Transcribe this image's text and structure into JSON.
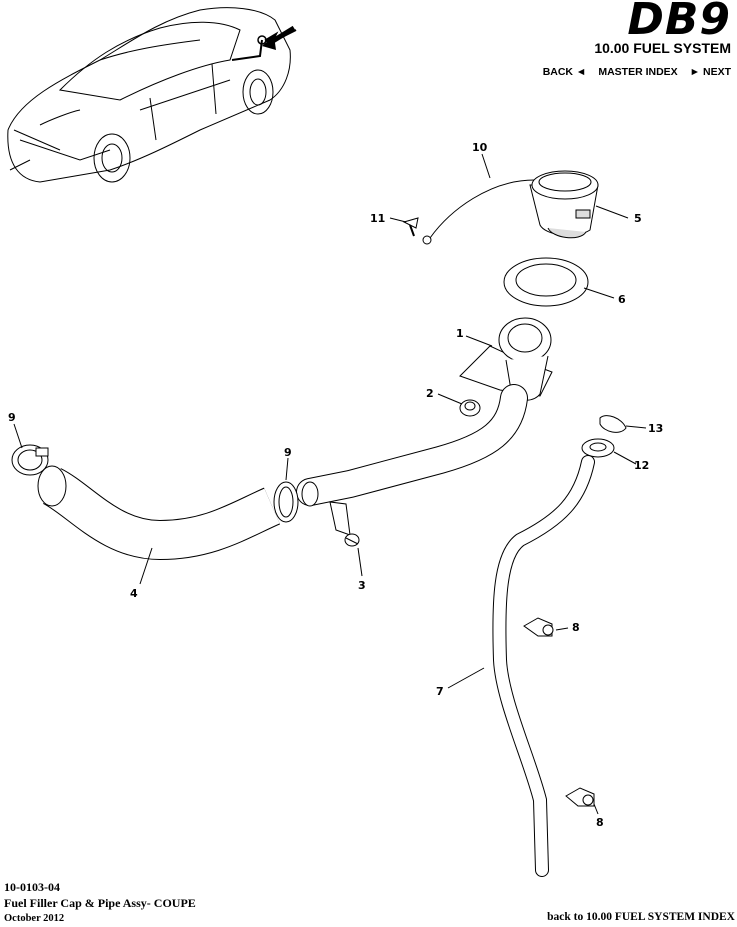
{
  "header": {
    "logo": "DB9",
    "section_title": "10.00 FUEL SYSTEM",
    "nav": {
      "back": "BACK ◄",
      "master_index": "MASTER INDEX",
      "next": "► NEXT"
    }
  },
  "callouts": [
    "10",
    "11",
    "5",
    "6",
    "1",
    "2",
    "9",
    "9",
    "13",
    "12",
    "4",
    "3",
    "8",
    "7",
    "8"
  ],
  "footer": {
    "code": "10-0103-04",
    "title": "Fuel Filler Cap & Pipe Assy- COUPE",
    "date": "October 2012",
    "link": "back to 10.00 FUEL SYSTEM INDEX"
  }
}
